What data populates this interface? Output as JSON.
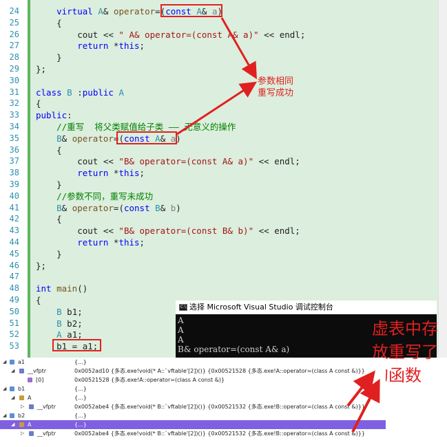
{
  "code_lines": [
    {
      "num": "24",
      "text": "    virtual A& operator=(const A& a)"
    },
    {
      "num": "25",
      "text": "    {"
    },
    {
      "num": "26",
      "text": "        cout << \" A& operator=(const A& a)\" << endl;"
    },
    {
      "num": "27",
      "text": "        return *this;"
    },
    {
      "num": "28",
      "text": "    }"
    },
    {
      "num": "29",
      "text": "};"
    },
    {
      "num": "30",
      "text": ""
    },
    {
      "num": "31",
      "text": "class B :public A"
    },
    {
      "num": "32",
      "text": "{"
    },
    {
      "num": "33",
      "text": "public:"
    },
    {
      "num": "34",
      "text": "    //重写  将父类赋值给子类 —— 无意义的操作"
    },
    {
      "num": "35",
      "text": "    B& operator=(const A& a)"
    },
    {
      "num": "36",
      "text": "    {"
    },
    {
      "num": "37",
      "text": "        cout << \"B& operator=(const A& a)\" << endl;"
    },
    {
      "num": "38",
      "text": "        return *this;"
    },
    {
      "num": "39",
      "text": "    }"
    },
    {
      "num": "40",
      "text": "    //参数不同，重写未成功"
    },
    {
      "num": "41",
      "text": "    B& operator=(const B& b)"
    },
    {
      "num": "42",
      "text": "    {"
    },
    {
      "num": "43",
      "text": "        cout << \"B& operator=(const B& b)\" << endl;"
    },
    {
      "num": "44",
      "text": "        return *this;"
    },
    {
      "num": "45",
      "text": "    }"
    },
    {
      "num": "46",
      "text": "};"
    },
    {
      "num": "47",
      "text": ""
    },
    {
      "num": "48",
      "text": "int main()"
    },
    {
      "num": "49",
      "text": "{"
    },
    {
      "num": "50",
      "text": "    B b1;"
    },
    {
      "num": "51",
      "text": "    B b2;"
    },
    {
      "num": "52",
      "text": "    A a1;"
    },
    {
      "num": "53",
      "text": "    b1 = a1;"
    }
  ],
  "annotations": {
    "param_same": "参数相同",
    "override_ok": "重写成功",
    "vtable_note_1": "虚表中存",
    "vtable_note_2": "放重写了",
    "vtable_note_3": "的函数"
  },
  "console": {
    "title": "选择 Microsoft Visual Studio 调试控制台",
    "icon_label": "C:\\",
    "lines": [
      "A",
      "A",
      "A",
      "B& operator=(const A& a)"
    ]
  },
  "watch": {
    "rows": [
      {
        "name": "a1",
        "value": "{...}"
      },
      {
        "name": "__vfptr",
        "value": "0x0052ad10 {多态.exe!void(* A::`vftable'[2])()} {0x00521528 {多态.exe!A::operator=(class A const &)}}"
      },
      {
        "name": "[0]",
        "value": "0x00521528 {多态.exe!A::operator=(class A const &)}"
      },
      {
        "name": "b1",
        "value": "{...}"
      },
      {
        "name": "A",
        "value": "{...}"
      },
      {
        "name": "__vfptr",
        "value": "0x0052abe4 {多态.exe!void(* B::`vftable'[2])()} {0x00521532 {多态.exe!B::operator=(class A const &)}}"
      },
      {
        "name": "b2",
        "value": "{...}"
      },
      {
        "name": "A",
        "value": "{...}"
      },
      {
        "name": "__vfptr",
        "value": "0x0052abe4 {多态.exe!void(* B::`vftable'[2])()} {0x00521532 {多态.exe!B::operator=(class A const &)}}"
      }
    ]
  },
  "colors": {
    "annotation_red": "#e02020",
    "change_bar_green": "#5eb65e",
    "selected_row": "#7f60e0"
  }
}
